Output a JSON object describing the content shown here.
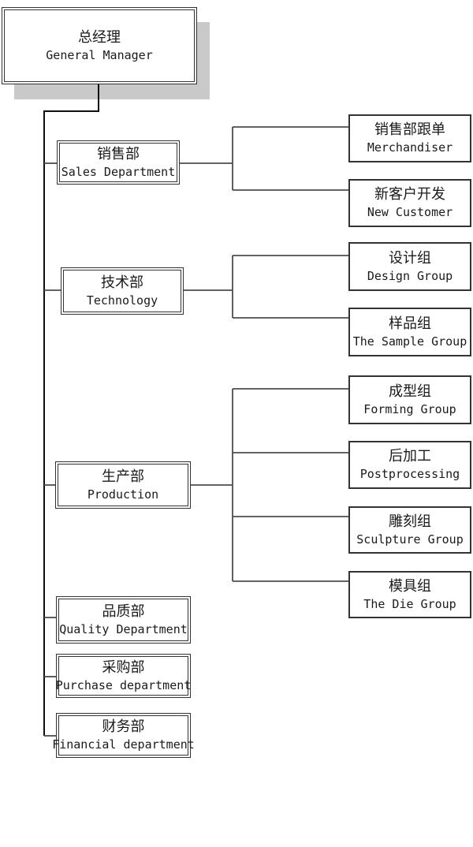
{
  "diagram": {
    "type": "org-chart",
    "root": {
      "id": "general-manager",
      "zh": "总经理",
      "en": "General Manager"
    },
    "departments": [
      {
        "id": "sales",
        "zh": "销售部",
        "en": "Sales Department",
        "children": [
          {
            "id": "merchandiser",
            "zh": "销售部跟单",
            "en": "Merchandiser"
          },
          {
            "id": "new-customer",
            "zh": "新客户开发",
            "en": "New Customer"
          }
        ]
      },
      {
        "id": "technology",
        "zh": "技术部",
        "en": "Technology",
        "children": [
          {
            "id": "design-group",
            "zh": "设计组",
            "en": "Design Group"
          },
          {
            "id": "sample-group",
            "zh": "样品组",
            "en": "The Sample Group"
          }
        ]
      },
      {
        "id": "production",
        "zh": "生产部",
        "en": "Production",
        "children": [
          {
            "id": "forming-group",
            "zh": "成型组",
            "en": "Forming Group"
          },
          {
            "id": "postprocessing",
            "zh": "后加工",
            "en": "Postprocessing"
          },
          {
            "id": "sculpture-group",
            "zh": "雕刻组",
            "en": "Sculpture Group"
          },
          {
            "id": "die-group",
            "zh": "模具组",
            "en": "The Die Group"
          }
        ]
      },
      {
        "id": "quality",
        "zh": "品质部",
        "en": "Quality Department",
        "children": []
      },
      {
        "id": "purchase",
        "zh": "采购部",
        "en": "Purchase department",
        "children": []
      },
      {
        "id": "financial",
        "zh": "财务部",
        "en": "Financial department",
        "children": []
      }
    ]
  },
  "colors": {
    "background": "#ffffff",
    "text": "#1a1a1a",
    "border": "#333333",
    "line": "#4d4d4d",
    "trunk": "#0f0f0f",
    "shadow": "#c9c9c9"
  }
}
